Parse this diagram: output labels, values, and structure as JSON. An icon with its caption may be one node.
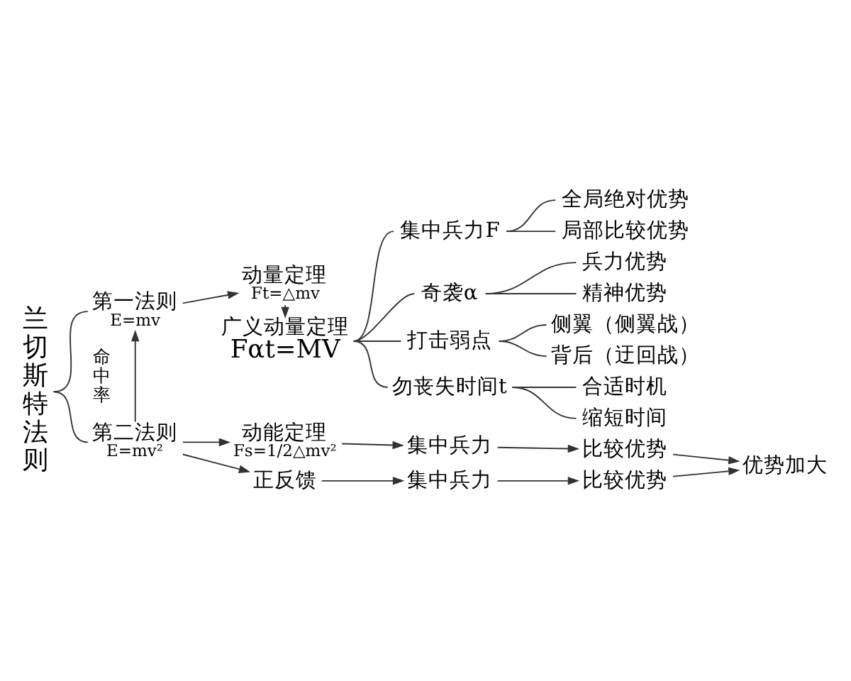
{
  "diagram": {
    "nodes": [
      {
        "text": [
          "兰切斯特法则"
        ]
      },
      {
        "text": [
          "第一法则",
          "E=mv"
        ]
      },
      {
        "text": [
          "动量定理",
          "Ft=△mv"
        ]
      },
      {
        "text": [
          "广义动量定理",
          "Fαt=MV"
        ]
      },
      {
        "text": [
          "集中兵力F"
        ]
      },
      {
        "text": [
          "全局绝对优势"
        ]
      },
      {
        "text": [
          "局部比较优势"
        ]
      },
      {
        "text": [
          "奇袭α"
        ]
      },
      {
        "text": [
          "兵力优势"
        ]
      },
      {
        "text": [
          "精神优势"
        ]
      },
      {
        "text": [
          "打击弱点"
        ]
      },
      {
        "text": [
          "侧翼（侧翼战）"
        ]
      },
      {
        "text": [
          "背后（迂回战）"
        ]
      },
      {
        "text": [
          "勿丧失时间t"
        ]
      },
      {
        "text": [
          "合适时机"
        ]
      },
      {
        "text": [
          "缩短时间"
        ]
      },
      {
        "text": [
          "第二法则",
          "E=mv²"
        ]
      },
      {
        "text": [
          "动能定理",
          "Fs=1/2△mv²"
        ]
      },
      {
        "text": [
          "集中兵力"
        ]
      },
      {
        "text": [
          "比较优势"
        ]
      },
      {
        "text": [
          "正反馈"
        ]
      },
      {
        "text": [
          "集中兵力"
        ]
      },
      {
        "text": [
          "比较优势"
        ]
      },
      {
        "text": [
          "优势加大"
        ]
      }
    ],
    "edges": [
      {
        "from": 0,
        "to": 1,
        "arrow": "none"
      },
      {
        "from": 0,
        "to": 16,
        "arrow": "none"
      },
      {
        "from": 1,
        "to": 2,
        "arrow": "to"
      },
      {
        "from": 2,
        "to": 3,
        "arrow": "to"
      },
      {
        "from": 3,
        "to": 4,
        "arrow": "none"
      },
      {
        "from": 3,
        "to": 7,
        "arrow": "none"
      },
      {
        "from": 3,
        "to": 10,
        "arrow": "none"
      },
      {
        "from": 3,
        "to": 13,
        "arrow": "none"
      },
      {
        "from": 4,
        "to": 5,
        "arrow": "none"
      },
      {
        "from": 4,
        "to": 6,
        "arrow": "none"
      },
      {
        "from": 7,
        "to": 8,
        "arrow": "none"
      },
      {
        "from": 7,
        "to": 9,
        "arrow": "none"
      },
      {
        "from": 10,
        "to": 11,
        "arrow": "none"
      },
      {
        "from": 10,
        "to": 12,
        "arrow": "none"
      },
      {
        "from": 13,
        "to": 14,
        "arrow": "none"
      },
      {
        "from": 13,
        "to": 15,
        "arrow": "none"
      },
      {
        "from": 16,
        "to": 1,
        "arrow": "to",
        "label": "命中率"
      },
      {
        "from": 16,
        "to": 17,
        "arrow": "to"
      },
      {
        "from": 17,
        "to": 18,
        "arrow": "to"
      },
      {
        "from": 18,
        "to": 19,
        "arrow": "to"
      },
      {
        "from": 19,
        "to": 23,
        "arrow": "to"
      },
      {
        "from": 16,
        "to": 20,
        "arrow": "to"
      },
      {
        "from": 20,
        "to": 21,
        "arrow": "to"
      },
      {
        "from": 21,
        "to": 22,
        "arrow": "to"
      },
      {
        "from": 22,
        "to": 23,
        "arrow": "to"
      }
    ]
  }
}
